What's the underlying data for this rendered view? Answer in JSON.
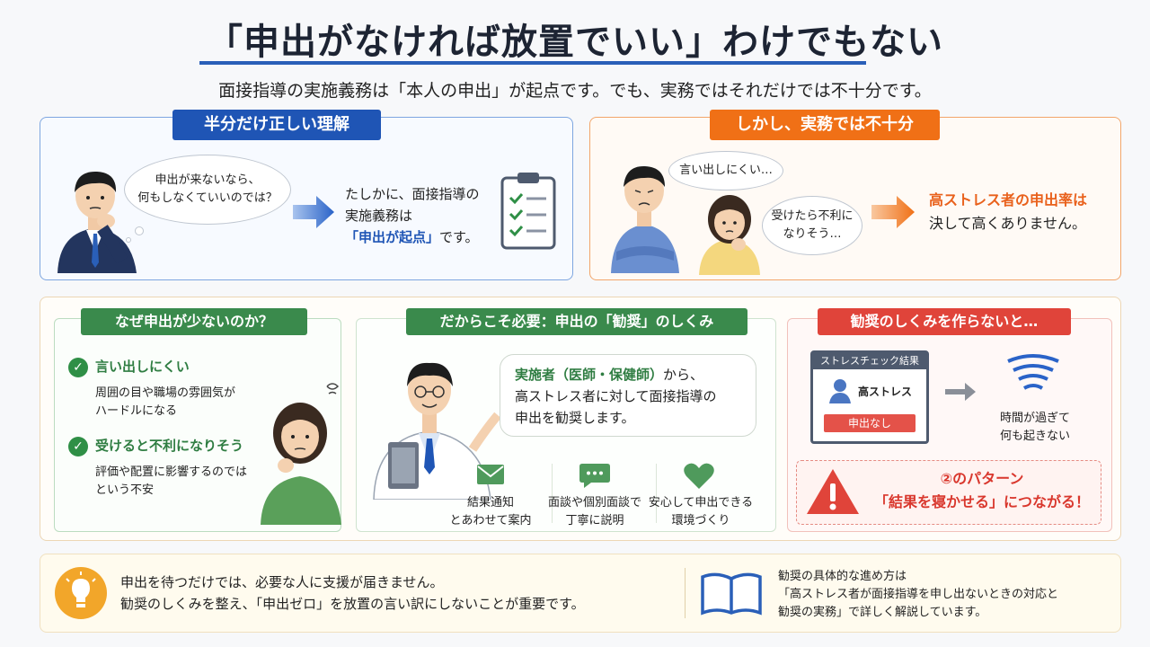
{
  "title": "「申出がなければ放置でいい」わけでもない",
  "subtitle": "面接指導の実施義務は「本人の申出」が起点です。でも、実務ではそれだけでは不十分です。",
  "left_panel": {
    "tag": "半分だけ正しい理解",
    "bubble_line1": "申出が来ないなら、",
    "bubble_line2": "何もしなくていいのでは？",
    "text_line1": "たしかに、面接指導の",
    "text_line2": "実施義務は",
    "text_highlight": "「申出が起点」",
    "text_tail": "です。"
  },
  "right_panel": {
    "tag": "しかし、実務では不十分",
    "bubble1": "言い出しにくい…",
    "bubble2_line1": "受けたら不利に",
    "bubble2_line2": "なりそう…",
    "text_highlight": "高ストレス者の申出率は",
    "text_line2": "決して高くありません。"
  },
  "why": {
    "tag": "なぜ申出が少ないのか？",
    "items": [
      {
        "title": "言い出しにくい",
        "line1": "周囲の目や職場の雰囲気が",
        "line2": "ハードルになる"
      },
      {
        "title": "受けると不利になりそう",
        "line1": "評価や配置に影響するのでは",
        "line2": "という不安"
      }
    ]
  },
  "mechanism": {
    "tag": "だからこそ必要：申出の「勧奨」のしくみ",
    "bubble_highlight": "実施者（医師・保健師）",
    "bubble_after": "から、",
    "bubble_line2": "高ストレス者に対して面接指導の",
    "bubble_line3": "申出を勧奨します。",
    "features": [
      {
        "icon": "mail-icon",
        "line1": "結果通知",
        "line2": "とあわせて案内"
      },
      {
        "icon": "chat-icon",
        "line1": "面談や個別面談で",
        "line2": "丁寧に説明"
      },
      {
        "icon": "heart-icon",
        "line1": "安心して申出できる",
        "line2": "環境づくり"
      }
    ]
  },
  "consequence": {
    "tag": "勧奨のしくみを作らないと…",
    "card_header": "ストレスチェック結果",
    "card_label": "高ストレス",
    "card_badge": "申出なし",
    "time_line1": "時間が過ぎて",
    "time_line2": "何も起きない",
    "warn_line1": "②のパターン",
    "warn_line2": "「結果を寝かせる」につながる！"
  },
  "bottom": {
    "left_line1": "申出を待つだけでは、必要な人に支援が届きません。",
    "left_line2": "勧奨のしくみを整え、「申出ゼロ」を放置の言い訳にしないことが重要です。",
    "right_line1": "勧奨の具体的な進め方は",
    "right_line2": "「高ストレス者が面接指導を申し出ないときの対応と",
    "right_line3": "勧奨の実務」で詳しく解説しています。"
  },
  "colors": {
    "blue": "#1f55b5",
    "orange": "#f07016",
    "green": "#3a8a4c",
    "red": "#e0443a"
  }
}
